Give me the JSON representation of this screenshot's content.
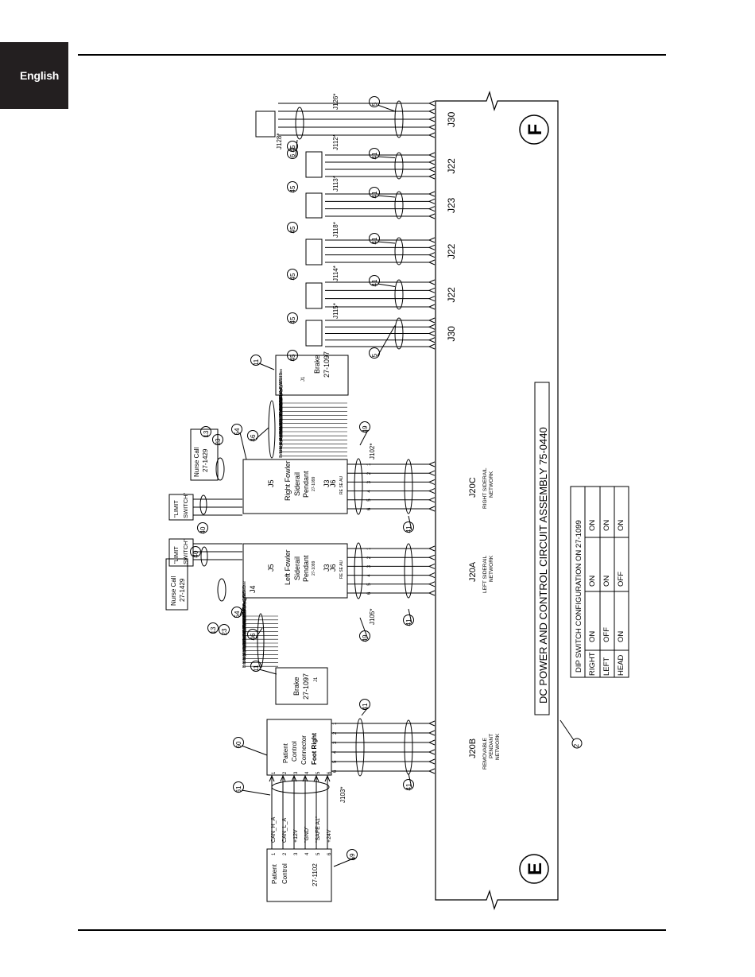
{
  "language_tab": "English",
  "board": {
    "title": "DC POWER AND CONTROL CIRCUIT ASSEMBLY 75-0440",
    "callout": "2",
    "corner_top": "F",
    "corner_bottom": "E"
  },
  "dip_table": {
    "title": "DIP SWITCH CONFIGURATION ON 27-1099",
    "rows": [
      {
        "label": "RIGHT",
        "a": "ON",
        "b": "ON",
        "c": "ON"
      },
      {
        "label": "LEFT",
        "a": "OFF",
        "b": "ON",
        "c": "ON"
      },
      {
        "label": "HEAD",
        "a": "ON",
        "b": "OFF",
        "c": "ON"
      }
    ]
  },
  "board_connectors": [
    {
      "label": "J30",
      "callout": "5",
      "wire_label": "J126*",
      "box_callout": "45",
      "harness_callout": "6",
      "harness_label": "J128*"
    },
    {
      "label": "J22",
      "callout": "41",
      "wire_label": "J112*",
      "box_callout": "45"
    },
    {
      "label": "J23",
      "callout": "41",
      "wire_label": "J113*",
      "box_callout": "45"
    },
    {
      "label": "J22",
      "callout": "41",
      "wire_label": "J118*",
      "box_callout": "45"
    },
    {
      "label": "J22",
      "callout": "41",
      "wire_label": "J114*",
      "box_callout": "45"
    },
    {
      "label": "J30",
      "callout": "5",
      "wire_label": "J115*",
      "box_callout": "45"
    }
  ],
  "network_connectors": [
    {
      "label": "J20C",
      "sub1": "RIGHT SIDERAIL",
      "sub2": "NETWORK",
      "callout": "41"
    },
    {
      "label": "J20A",
      "sub1": "LEFT SIDERAIL",
      "sub2": "NETWORK",
      "callout": "41"
    },
    {
      "label": "J20B",
      "sub1": "REMOVABLE",
      "sub2": "PENDANT",
      "sub3": "NETWORK",
      "callout": "41"
    }
  ],
  "brakes": [
    {
      "name": "Brake",
      "part": "27-1097",
      "sub": "J1",
      "callout": "11",
      "harness_callout": "46"
    },
    {
      "name": "Brake",
      "part": "27-1097",
      "sub": "J1",
      "callout": "11",
      "harness_callout": "46"
    }
  ],
  "brake_wires": [
    "+5V",
    "Left_Brake_SW/ID",
    "Left_Brake_SW/Sense",
    "Brake_SW_Defeat",
    "Brake_SW_Steer",
    "Brake_SW_Neutral",
    "Brake_SW_Brake",
    "Brake_LED_Steer",
    "Brake_LED_Neutral",
    "Brake_LED_Brake",
    "Brake_Lamp_Ground",
    "Brake_Left_Steer",
    "Brake_Left_Neut",
    "Brake_Left_Brk"
  ],
  "pendants": [
    {
      "line1": "Right Fowler",
      "line2": "Siderail",
      "line3": "Pendant",
      "part": "27-1099",
      "j5": "J5",
      "j3": "J3",
      "j6": "J6",
      "netlabel": "RE SE AU",
      "callout": "54",
      "jlabel": "J102*",
      "harness_callout": "49"
    },
    {
      "line1": "Left Fowler",
      "line2": "Siderail",
      "line3": "Pendant",
      "part": "27-1099",
      "j5": "J5",
      "j3": "J3",
      "j6": "J6",
      "j4": "J4",
      "netlabel": "RE SE AU",
      "callout": "54",
      "jlabel": "J105*",
      "harness_callout": "49"
    }
  ],
  "nurse_calls": [
    {
      "name": "Nurse Call",
      "part": "27-1429",
      "callout": "13",
      "harness_callout": "23"
    },
    {
      "name": "Nurse Call",
      "part": "27-1429",
      "callout": "13",
      "harness_callout": "23"
    }
  ],
  "limit_switches": [
    {
      "line1": "\"LIMIT",
      "line2": "SWITCH\"",
      "callout": "40"
    },
    {
      "line1": "\"LIMIT",
      "line2": "SWITCH\"",
      "callout": "40"
    }
  ],
  "patient_connector": {
    "line1": "Patient",
    "line2": "Control",
    "line3": "Connector",
    "line4": "Foot Right",
    "callout": "60",
    "jlabel": "J103*"
  },
  "patient_control": {
    "line1": "Patient",
    "line2": "Control",
    "part": "27-1102",
    "callout": "59",
    "harness_callout": "61"
  },
  "patient_wires": [
    "CAN_H_A",
    "CAN_L_A",
    "+12V",
    "\"GND\"",
    "\"SAFE A1\"",
    "+24V"
  ],
  "pin_numbers": [
    "1",
    "2",
    "3",
    "4",
    "5",
    "6"
  ]
}
